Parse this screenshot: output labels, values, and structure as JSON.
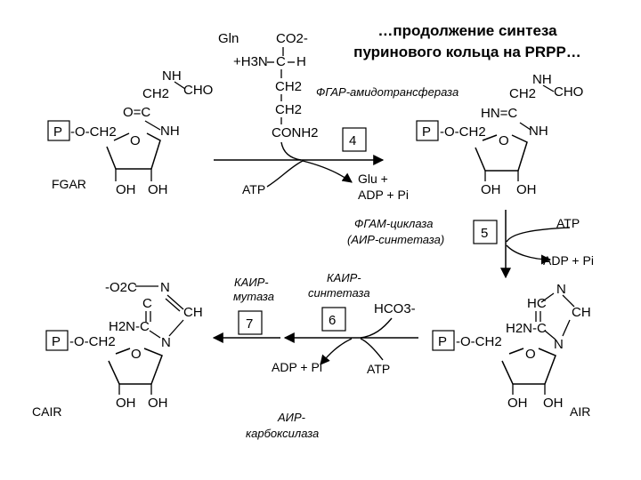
{
  "title_line1": "…продолжение синтеза",
  "title_line2": "пуринового кольца на PRPP…",
  "gln_label": "Gln",
  "fgar_label": "FGAR",
  "cair_label": "CAIR",
  "air_label": "AIR",
  "p_label": "P",
  "o_label": "O",
  "oh_label": "OH",
  "nh_label": "NH",
  "n_label": "N",
  "cho_label": "CHO",
  "ch_label": "CH",
  "ch2_group": "CH2",
  "och2_group": "-O-CH2",
  "co2_group": "CO2-",
  "h3n_group": "+H3N",
  "c_label": "C",
  "h_label": "H",
  "conh2_group": "CONH2",
  "oc_group": "O=C",
  "hnc_group": "HN=C",
  "h2nc_group": "H2N-C",
  "o2c_group": "-O2C",
  "hc_label": "HC",
  "hco3_group": "HCO3-",
  "atp_label": "ATP",
  "glu_line1": "Glu +",
  "glu_line2": "ADP + Pi",
  "adp_pi_label": "ADP + Pi",
  "enzymes": {
    "fgar_amido": "ФГАР-амидотрансфераза",
    "fgam_cyclase_1": "ФГАМ-циклаза",
    "fgam_cyclase_2": "(АИР-синтетаза)",
    "kair_mutase_1": "КАИР-",
    "kair_mutase_2": "мутаза",
    "kair_synth_1": "КАИР-",
    "kair_synth_2": "синтетаза",
    "air_carbox_1": "АИР-",
    "air_carbox_2": "карбоксилаза"
  },
  "steps": {
    "s4": "4",
    "s5": "5",
    "s6": "6",
    "s7": "7"
  }
}
